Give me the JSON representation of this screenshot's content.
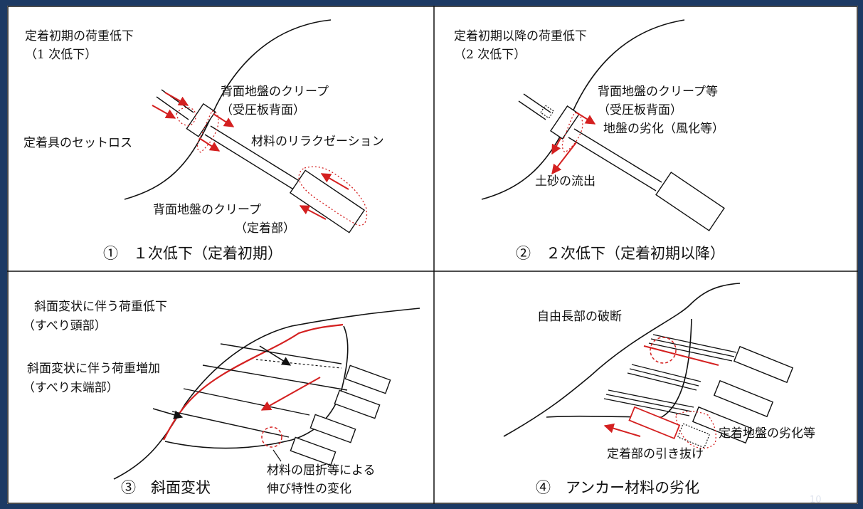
{
  "panels": [
    {
      "caption": "①　１次低下（定着初期）",
      "labels": {
        "title_1": "定着初期の荷重低下",
        "title_2": "（1 次低下）",
        "creep_plate_1": "背面地盤のクリープ",
        "creep_plate_2": "（受圧板背面）",
        "setloss": "定着具のセットロス",
        "relaxation": "材料のリラクゼーション",
        "creep_anchor_1": "背面地盤のクリープ",
        "creep_anchor_2": "（定着部）"
      }
    },
    {
      "caption": "②　２次低下（定着初期以降）",
      "labels": {
        "title_1": "定着初期以降の荷重低下",
        "title_2": "（2 次低下）",
        "creep_1": "背面地盤のクリープ等",
        "creep_2": "（受圧板背面）",
        "weathering": "地盤の劣化（風化等）",
        "outflow": "土砂の流出"
      }
    },
    {
      "caption": "③　斜面変状",
      "labels": {
        "decrease_1": "斜面変状に伴う荷重低下",
        "decrease_2": "（すべり頭部）",
        "increase_1": "斜面変状に伴う荷重増加",
        "increase_2": "（すべり末端部）",
        "bend_1": "材料の屈折等による",
        "bend_2": "伸び特性の変化"
      }
    },
    {
      "caption": "④　アンカー材料の劣化",
      "labels": {
        "fracture": "自由長部の破断",
        "deterioration": "定着地盤の劣化等",
        "pullout": "定着部の引き抜け"
      }
    }
  ],
  "page_number": "10",
  "colors": {
    "accent": "#d42020",
    "line": "#111111",
    "frame": "#1d3a64"
  }
}
